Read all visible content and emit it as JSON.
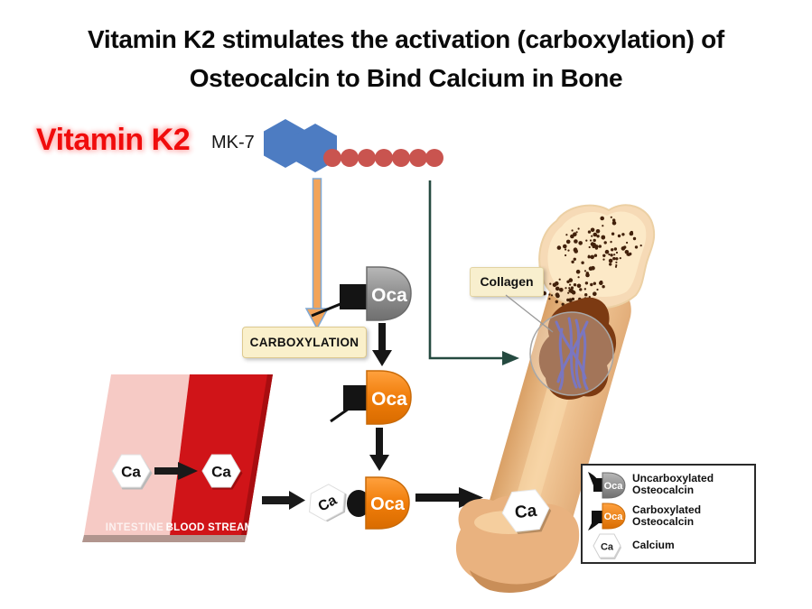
{
  "title": {
    "line1": "Vitamin K2 stimulates the activation (carboxylation) of",
    "line2": "Osteocalcin to Bind Calcium in Bone"
  },
  "vitamin_k2": {
    "label": "Vitamin K2",
    "molecule_label": "MK-7"
  },
  "labels": {
    "carboxylation": "CARBOXYLATION",
    "oca": "Oca",
    "ca": "Ca",
    "collagen": "Collagen",
    "intestine": "INTESTINE",
    "blood_stream": "BLOOD STREAM"
  },
  "legend": {
    "items": [
      {
        "icon": "uncarboxylated-osteocalcin-icon",
        "line1": "Uncarboxylated",
        "line2": "Osteocalcin"
      },
      {
        "icon": "carboxylated-osteocalcin-icon",
        "line1": "Carboxylated",
        "line2": "Osteocalcin"
      },
      {
        "icon": "calcium-icon",
        "line1": "Calcium",
        "line2": ""
      }
    ]
  },
  "colors": {
    "vitamin_red": "#f00c0c",
    "hexagon_blue": "#4d7cc2",
    "isoprene_red": "#c9544f",
    "uncarboxylated_gray": "#8f8f8f",
    "carboxylated_orange": "#f07d0a",
    "carboxylation_bg": "#faf0cb",
    "intestine_pink": "#f6cac5",
    "blood_red": "#d01418",
    "bone_tan": "#f0c18d",
    "collagen_blue": "#3d3db2",
    "connector_teal": "#254a40"
  }
}
